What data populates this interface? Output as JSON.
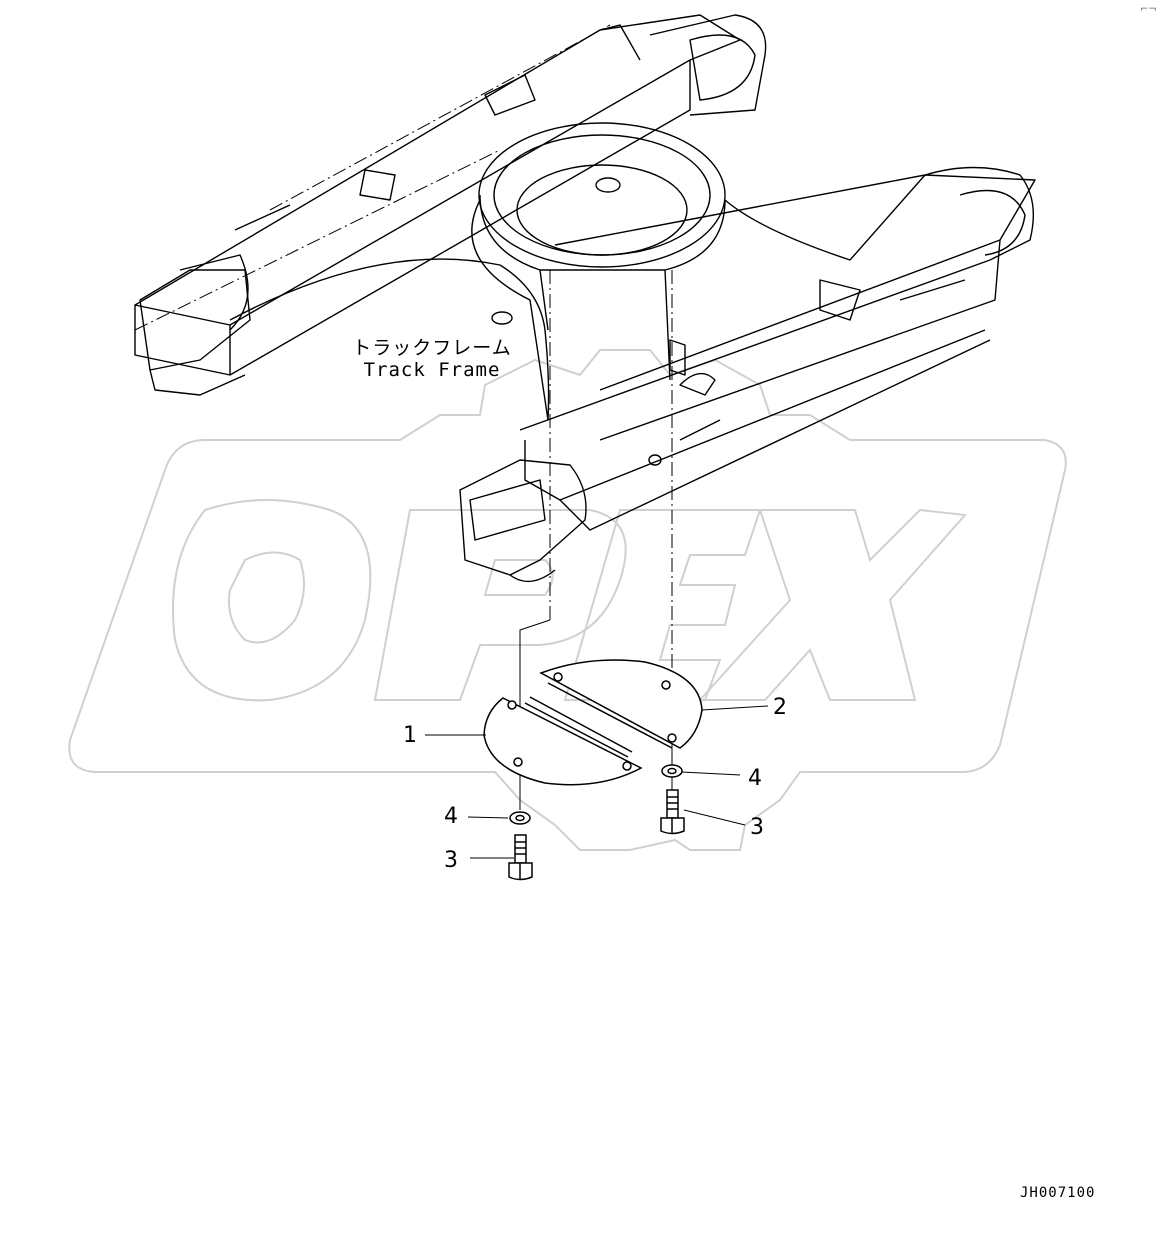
{
  "watermark": {
    "text": "OPEX",
    "color": "#cfcfcf"
  },
  "track_frame": {
    "label_jp": "トラックフレーム",
    "label_en": "Track Frame"
  },
  "callouts": [
    {
      "id": "c1",
      "text": "1"
    },
    {
      "id": "c2",
      "text": "2"
    },
    {
      "id": "c3a",
      "text": "3"
    },
    {
      "id": "c3b",
      "text": "3"
    },
    {
      "id": "c4a",
      "text": "4"
    },
    {
      "id": "c4b",
      "text": "4"
    }
  ],
  "drawing_code": "JH007100",
  "corner_mark": "⌐¬"
}
